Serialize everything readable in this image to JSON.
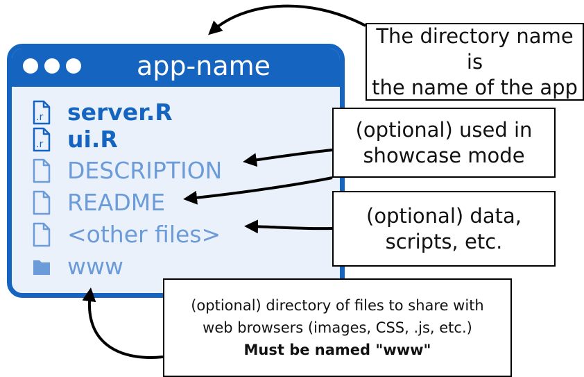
{
  "window": {
    "title": "app-name",
    "files": [
      {
        "label": "server.R",
        "icon": "r-file-icon",
        "style": "bold",
        "icon_text": ".r"
      },
      {
        "label": "ui.R",
        "icon": "r-file-icon",
        "style": "bold",
        "icon_text": ".r"
      },
      {
        "label": "DESCRIPTION",
        "icon": "file-icon",
        "style": "light"
      },
      {
        "label": "README",
        "icon": "file-icon",
        "style": "light"
      },
      {
        "label": "<other files>",
        "icon": "file-icon",
        "style": "light"
      },
      {
        "label": "www",
        "icon": "folder-icon",
        "style": "light"
      }
    ]
  },
  "callouts": {
    "directory_name": [
      "The directory name is",
      "the name of the app"
    ],
    "showcase": [
      "(optional) used in",
      "showcase mode"
    ],
    "data_scripts": [
      "(optional) data,",
      "scripts, etc."
    ],
    "www": [
      "(optional) directory of files to share with",
      "web browsers (images, CSS, .js, etc.)",
      "Must be named \"www\""
    ]
  },
  "colors": {
    "accent": "#1565c0",
    "window_background": "#eaf1fb",
    "optional_file_text": "#6b9bd8",
    "arrow": "#000000"
  }
}
